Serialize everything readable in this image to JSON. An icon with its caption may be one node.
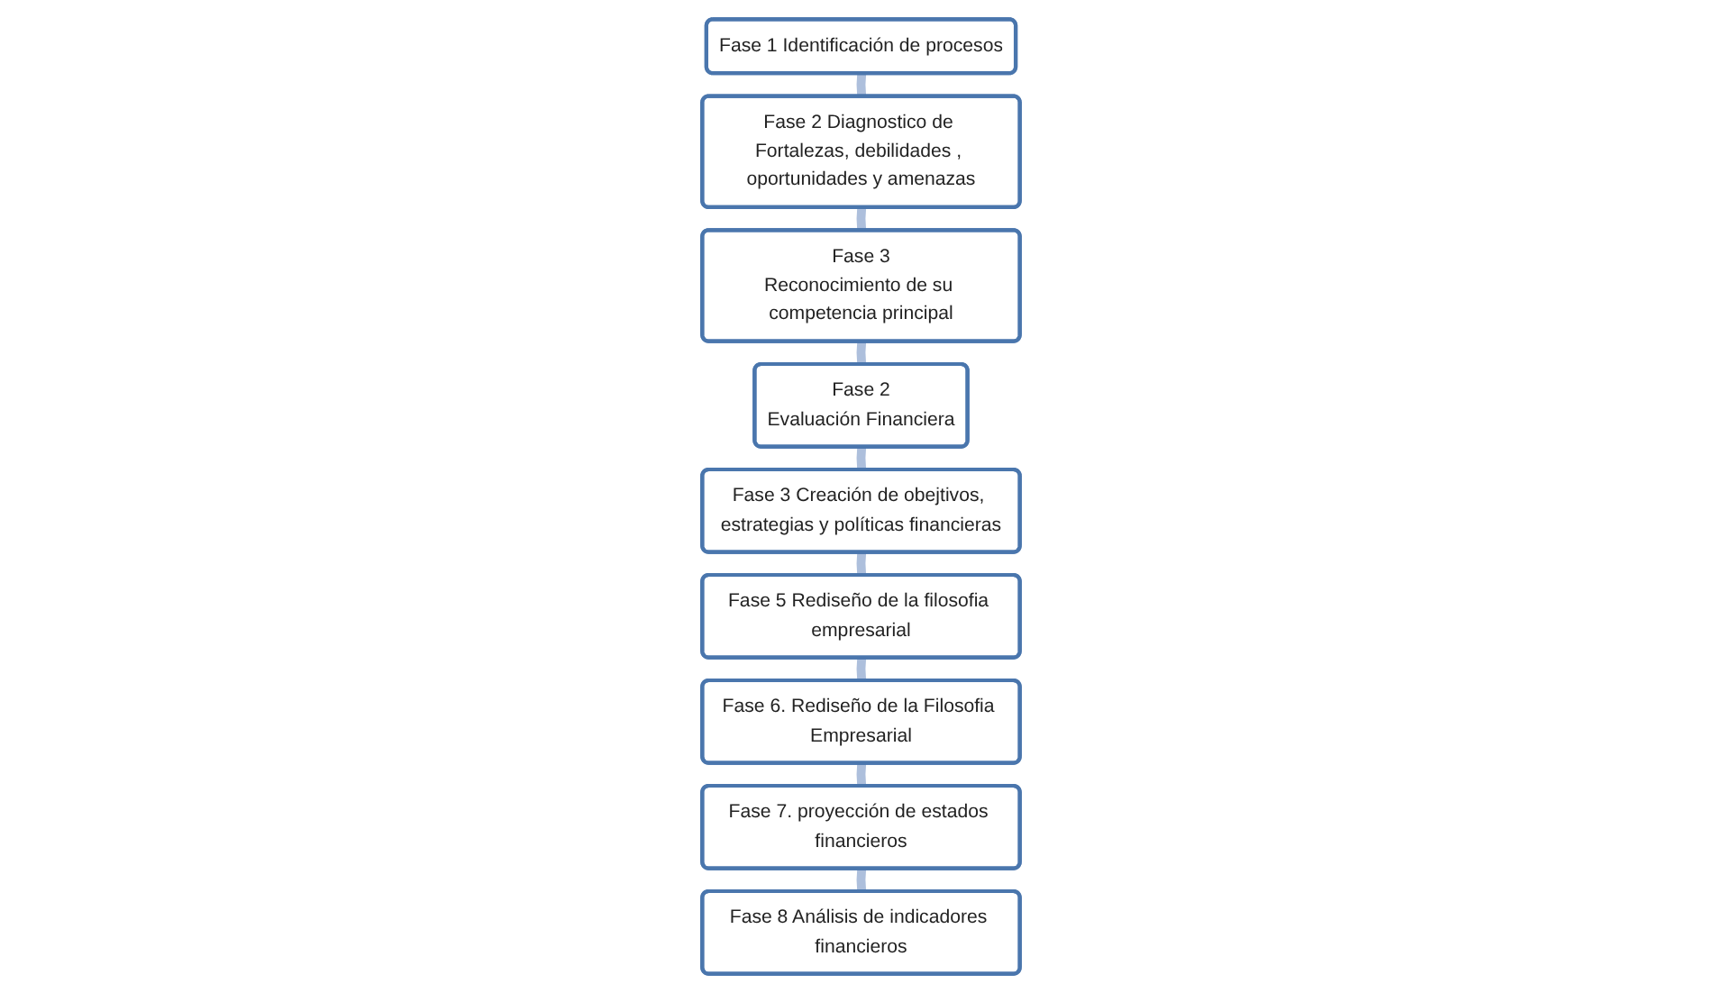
{
  "diagram": {
    "nodes": [
      {
        "text": [
          "Fase 1 Identificación de procesos"
        ]
      },
      {
        "text": [
          "Fase 2 Diagnostico de Fortalezas, debilidades , oportunidades y amenazas"
        ]
      },
      {
        "text": [
          "Fase 3",
          "Reconocimiento de su competencia principal"
        ]
      },
      {
        "text": [
          "Fase 2",
          "Evaluación Financiera"
        ]
      },
      {
        "text": [
          "Fase 3 Creación de obejtivos, estrategias y políticas financieras"
        ]
      },
      {
        "text": [
          "Fase 5 Rediseño de la filosofia empresarial"
        ]
      },
      {
        "text": [
          "Fase 6. Rediseño de la Filosofia Empresarial"
        ]
      },
      {
        "text": [
          "Fase 7. proyección de estados financieros"
        ]
      },
      {
        "text": [
          "Fase 8 Análisis de indicadores financieros"
        ]
      }
    ],
    "edges": [
      {
        "from": 0,
        "to": 1,
        "arrow": "none"
      },
      {
        "from": 1,
        "to": 2,
        "arrow": "none"
      },
      {
        "from": 2,
        "to": 3,
        "arrow": "none"
      },
      {
        "from": 3,
        "to": 4,
        "arrow": "none"
      },
      {
        "from": 4,
        "to": 5,
        "arrow": "none"
      },
      {
        "from": 5,
        "to": 6,
        "arrow": "none"
      },
      {
        "from": 6,
        "to": 7,
        "arrow": "none"
      },
      {
        "from": 7,
        "to": 8,
        "arrow": "none"
      }
    ]
  }
}
